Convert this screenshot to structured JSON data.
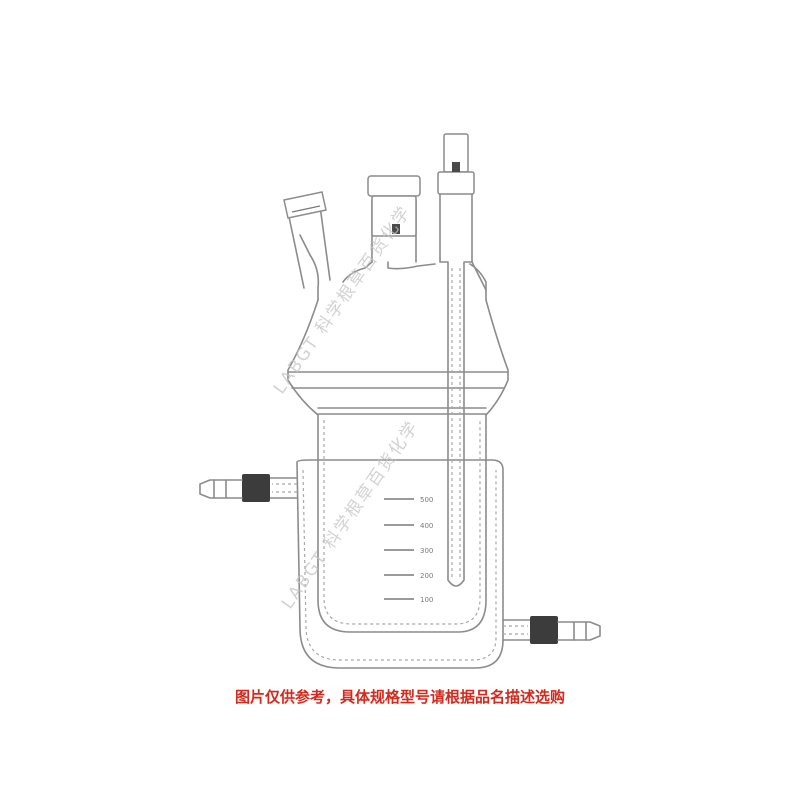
{
  "caption": "图片仅供参考，具体规格型号请根据品名描述选购",
  "watermark": [
    "LABGT 科学根草百货化学",
    "LABGT 科学根草百货化学"
  ],
  "graduations": [
    "500",
    "400",
    "300",
    "200",
    "100"
  ],
  "colors": {
    "caption": "#d42a1e",
    "outline": "#8c8c8c",
    "background": "#ffffff"
  }
}
